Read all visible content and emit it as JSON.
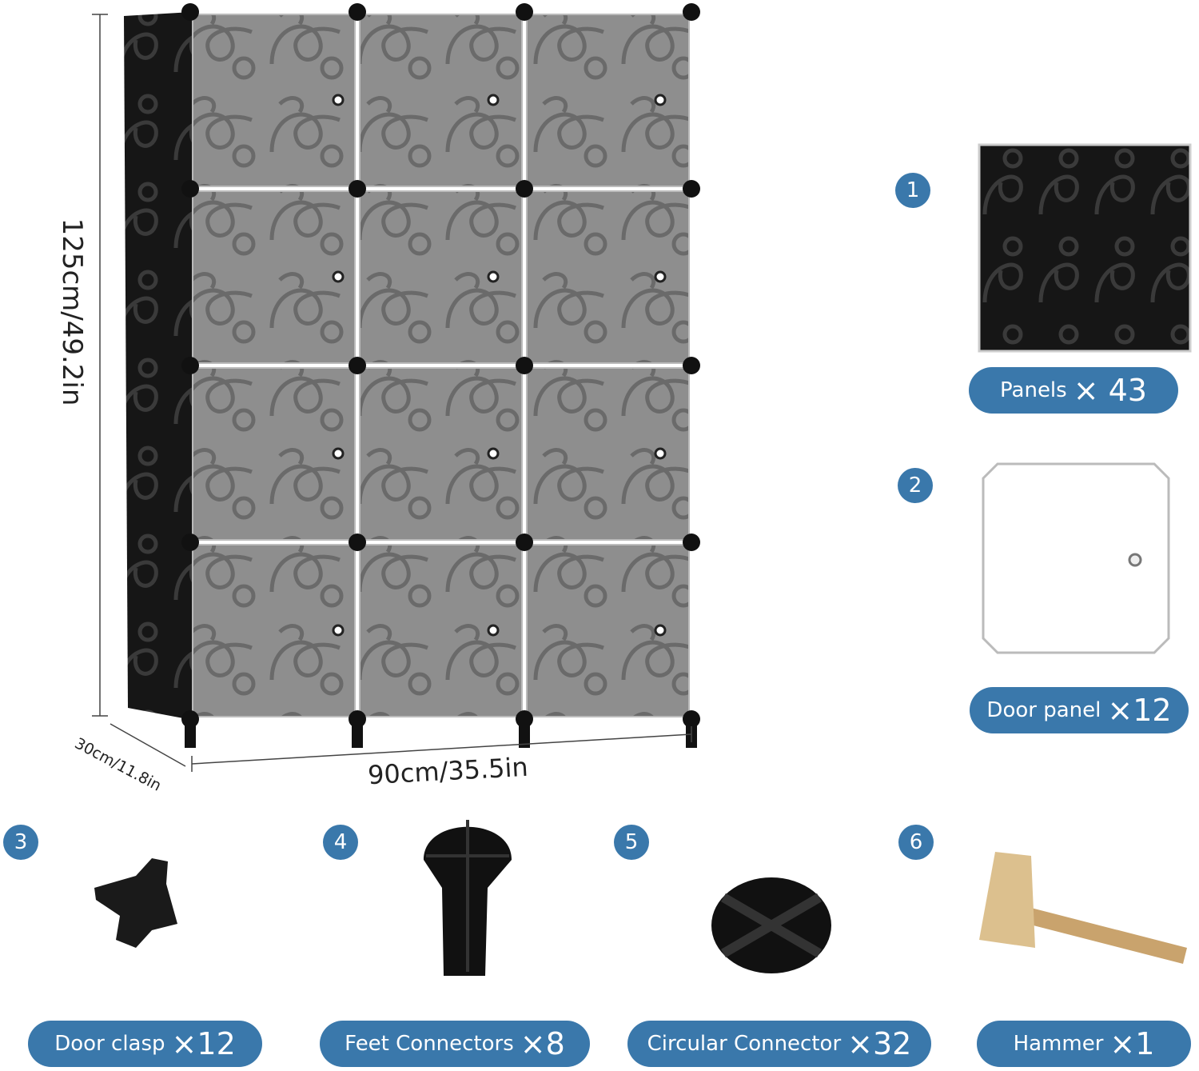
{
  "dimensions": {
    "height": "125cm/49.2in",
    "width": "90cm/35.5in",
    "depth": "30cm/11.8in"
  },
  "parts": [
    {
      "number": "1",
      "label": "Panels",
      "qty": "× 43"
    },
    {
      "number": "2",
      "label": "Door panel",
      "qty": "×12"
    },
    {
      "number": "3",
      "label": "Door clasp",
      "qty": "×12"
    },
    {
      "number": "4",
      "label": "Feet Connectors",
      "qty": "×8"
    },
    {
      "number": "5",
      "label": "Circular Connector",
      "qty": "×32"
    },
    {
      "number": "6",
      "label": "Hammer",
      "qty": "×1"
    }
  ],
  "colors": {
    "accent": "#3a78ab",
    "door": "#8f8f8f",
    "frame": "#111111"
  }
}
